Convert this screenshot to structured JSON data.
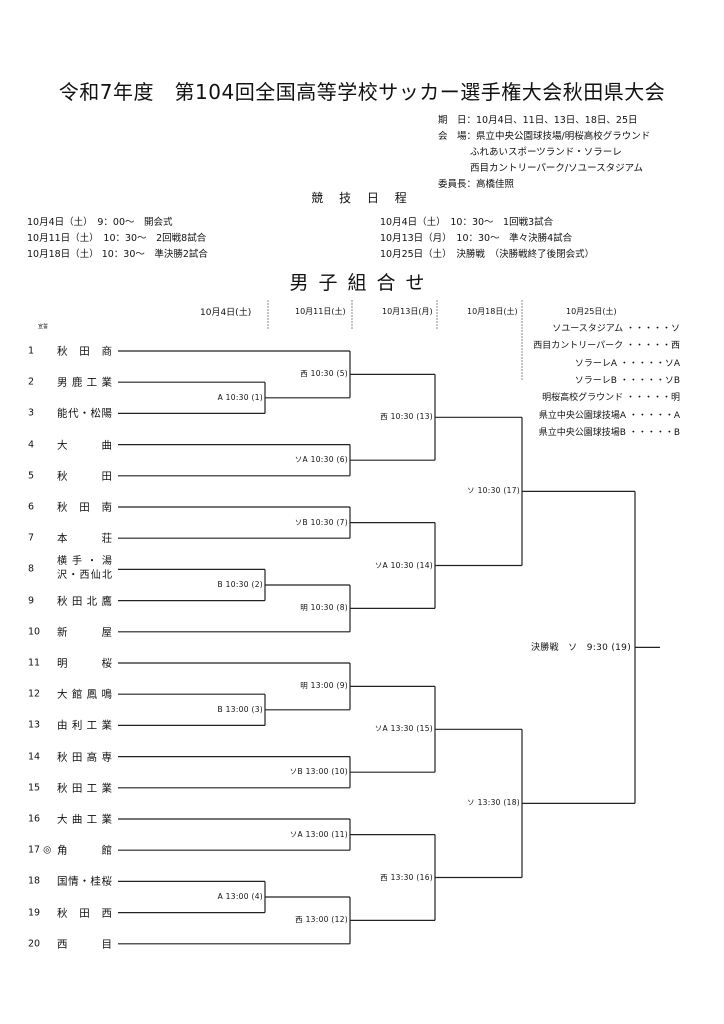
{
  "title": "令和7年度　第104回全国高等学校サッカー選手権大会秋田県大会",
  "info": {
    "dates": "期　日：10月4日、11日、13日、18日、25日",
    "venue1": "会　場：県立中央公園球技場/明桜高校グラウンド",
    "venue2": "ふれあいスポーツランド・ソラーレ",
    "venue3": "西目カントリーパーク/ソユースタジアム",
    "chair": "委員長：高橋佳照"
  },
  "schedule": {
    "heading": "競 技 日 程",
    "left": [
      "10月4日（土）　9：00～　開会式",
      "10月11日（土）　10：30～　2回戦8試合",
      "10月18日（土） 10：30～　準決勝2試合"
    ],
    "right": [
      "10月4日（土）　10：30～　1回戦3試合",
      "10月13日（月）　10：30～　準々決勝4試合",
      "10月25日（土）　決勝戦　（決勝戦終了後閉会式）"
    ]
  },
  "bracket": {
    "title": "男子組合せ",
    "note": "宣誓",
    "columns": [
      "10月4日(土)",
      "10月11日(土)",
      "10月13日(月)",
      "10月18日(土)",
      "10月25日(土)"
    ],
    "venues": [
      "ソユースタジアム ・・・・・ソ",
      "西目カントリーパーク ・・・・・西",
      "ソラーレA ・・・・・ソA",
      "ソラーレB ・・・・・ソB",
      "明桜高校グラウンド ・・・・・明",
      "県立中央公園球技場A ・・・・・A",
      "県立中央公園球技場B ・・・・・B"
    ],
    "teams": [
      {
        "no": "1",
        "name": "秋田商"
      },
      {
        "no": "2",
        "name": "男鹿工業"
      },
      {
        "no": "3",
        "name": "能代・松陽"
      },
      {
        "no": "4",
        "name": "大曲"
      },
      {
        "no": "5",
        "name": "秋田"
      },
      {
        "no": "6",
        "name": "秋田南"
      },
      {
        "no": "7",
        "name": "本荘"
      },
      {
        "no": "8",
        "name": "横手・湯沢・西仙北"
      },
      {
        "no": "9",
        "name": "秋田北鷹"
      },
      {
        "no": "10",
        "name": "新屋"
      },
      {
        "no": "11",
        "name": "明桜"
      },
      {
        "no": "12",
        "name": "大館鳳鳴"
      },
      {
        "no": "13",
        "name": "由利工業"
      },
      {
        "no": "14",
        "name": "秋田高専"
      },
      {
        "no": "15",
        "name": "秋田工業"
      },
      {
        "no": "16",
        "name": "大曲工業"
      },
      {
        "no": "17 ◎",
        "name": "角館"
      },
      {
        "no": "18",
        "name": "国情・桂桜"
      },
      {
        "no": "19",
        "name": "秋田西"
      },
      {
        "no": "20",
        "name": "西目"
      }
    ],
    "matches": [
      {
        "id": 1,
        "round": 1,
        "label": "A 10:30 (1)",
        "from": [
          "t2",
          "t3"
        ]
      },
      {
        "id": 2,
        "round": 1,
        "label": "B 10:30 (2)",
        "from": [
          "t8",
          "t9"
        ]
      },
      {
        "id": 3,
        "round": 1,
        "label": "B 13:00 (3)",
        "from": [
          "t12",
          "t13"
        ]
      },
      {
        "id": 4,
        "round": 1,
        "label": "A 13:00 (4)",
        "from": [
          "t18",
          "t19"
        ]
      },
      {
        "id": 5,
        "round": 2,
        "label": "西 10:30 (5)",
        "from": [
          "t1",
          "m1"
        ]
      },
      {
        "id": 6,
        "round": 2,
        "label": "ソA 10:30 (6)",
        "from": [
          "t4",
          "t5"
        ]
      },
      {
        "id": 7,
        "round": 2,
        "label": "ソB 10:30 (7)",
        "from": [
          "t6",
          "t7"
        ]
      },
      {
        "id": 8,
        "round": 2,
        "label": "明 10:30 (8)",
        "from": [
          "m2",
          "t10"
        ]
      },
      {
        "id": 9,
        "round": 2,
        "label": "明 13:00 (9)",
        "from": [
          "t11",
          "m3"
        ]
      },
      {
        "id": 10,
        "round": 2,
        "label": "ソB 13:00 (10)",
        "from": [
          "t14",
          "t15"
        ]
      },
      {
        "id": 11,
        "round": 2,
        "label": "ソA 13:00 (11)",
        "from": [
          "t16",
          "t17"
        ]
      },
      {
        "id": 12,
        "round": 2,
        "label": "西 13:00 (12)",
        "from": [
          "m4",
          "t20"
        ]
      },
      {
        "id": 13,
        "round": 3,
        "label": "西 10:30 (13)",
        "from": [
          "m5",
          "m6"
        ]
      },
      {
        "id": 14,
        "round": 3,
        "label": "ソA 10:30 (14)",
        "from": [
          "m7",
          "m8"
        ]
      },
      {
        "id": 15,
        "round": 3,
        "label": "ソA 13:30 (15)",
        "from": [
          "m9",
          "m10"
        ]
      },
      {
        "id": 16,
        "round": 3,
        "label": "西 13:30 (16)",
        "from": [
          "m11",
          "m12"
        ]
      },
      {
        "id": 17,
        "round": 4,
        "label": "ソ 10:30 (17)",
        "from": [
          "m13",
          "m14"
        ]
      },
      {
        "id": 18,
        "round": 4,
        "label": "ソ 13:30 (18)",
        "from": [
          "m15",
          "m16"
        ]
      },
      {
        "id": 19,
        "round": 5,
        "label": "決勝戦　ソ　9:30 (19)",
        "from": [
          "m17",
          "m18"
        ]
      }
    ]
  }
}
